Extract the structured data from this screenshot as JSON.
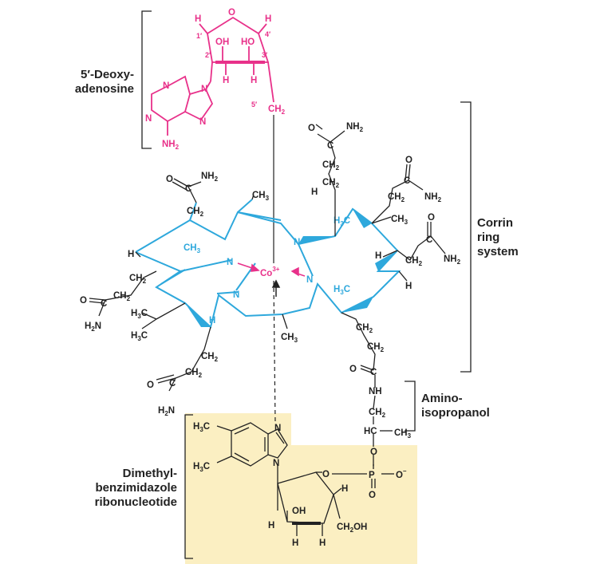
{
  "colors": {
    "deoxyadenosine": "#e8318a",
    "corrin": "#2ea8dc",
    "highlight": "#fbefc2",
    "bond": "#222222"
  },
  "labels": {
    "deoxy_line1": "5′-Deoxy-",
    "deoxy_line2": "adenosine",
    "corrin_line1": "Corrin",
    "corrin_line2": "ring",
    "corrin_line3": "system",
    "amino_line1": "Amino-",
    "amino_line2": "isopropanol",
    "dmb_line1": "Dimethyl-",
    "dmb_line2": "benzimidazole",
    "dmb_line3": "ribonucleotide"
  },
  "atoms": {
    "ribose_o": "O",
    "ribose_h1": "H",
    "ribose_h4": "H",
    "pos_1p": "1′",
    "pos_2p": "2′",
    "pos_3p": "3′",
    "pos_4p": "4′",
    "pos_5p": "5′",
    "oh": "OH",
    "ho": "HO",
    "h2p": "H",
    "h3p": "H",
    "ch2_5p": "CH",
    "sub2": "2",
    "adenine_n1": "N",
    "adenine_n3": "N",
    "adenine_n7": "N",
    "adenine_n9": "N",
    "nh2_adenine": "NH",
    "cobalt": "Co",
    "cobalt_charge": "3+",
    "corrin_n1": "N",
    "corrin_n2": "N",
    "corrin_n3": "N",
    "corrin_n4": "N",
    "ch3_top": "CH",
    "ch3_ring": "CH",
    "h3c_right1": "H",
    "h3c_right2": "H",
    "c_letter": "C",
    "sub3": "3",
    "h_left": "H",
    "h_right1": "H",
    "h_right2": "H",
    "h_bottom": "H",
    "ch3_bottom": "CH",
    "o_letter": "O",
    "nh2": "NH",
    "h2n": "H",
    "n_letter": "N",
    "nh_amide": "NH",
    "hc": "HC",
    "ch3_iso": "CH",
    "p": "P",
    "o_minus": "O",
    "minus": "–",
    "dmb_n1": "N",
    "dmb_n3": "N",
    "oh_rib2": "OH",
    "ch2oh": "CH",
    "oh_tail": "OH",
    "h_rib": "H"
  }
}
